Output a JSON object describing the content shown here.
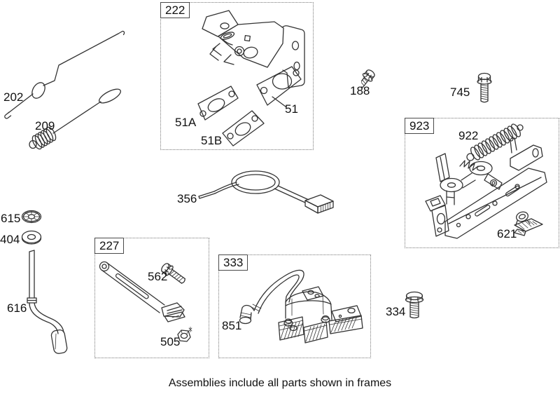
{
  "caption": "Assemblies include all parts shown in frames",
  "frames": {
    "f222": "222",
    "f923": "923",
    "f227": "227",
    "f333": "333"
  },
  "labels": {
    "p202": "202",
    "p209": "209",
    "p51": "51",
    "p51A": "51A",
    "p51B": "51B",
    "p188": "188",
    "p745": "745",
    "p922": "922",
    "p621": "621",
    "p356": "356",
    "p615": "615",
    "p404": "404",
    "p616": "616",
    "p562": "562",
    "p505": "505",
    "p851": "851",
    "p334": "334"
  },
  "colors": {
    "line": "#333333",
    "frame_border": "#787878",
    "background": "#ffffff",
    "text": "#111111"
  }
}
